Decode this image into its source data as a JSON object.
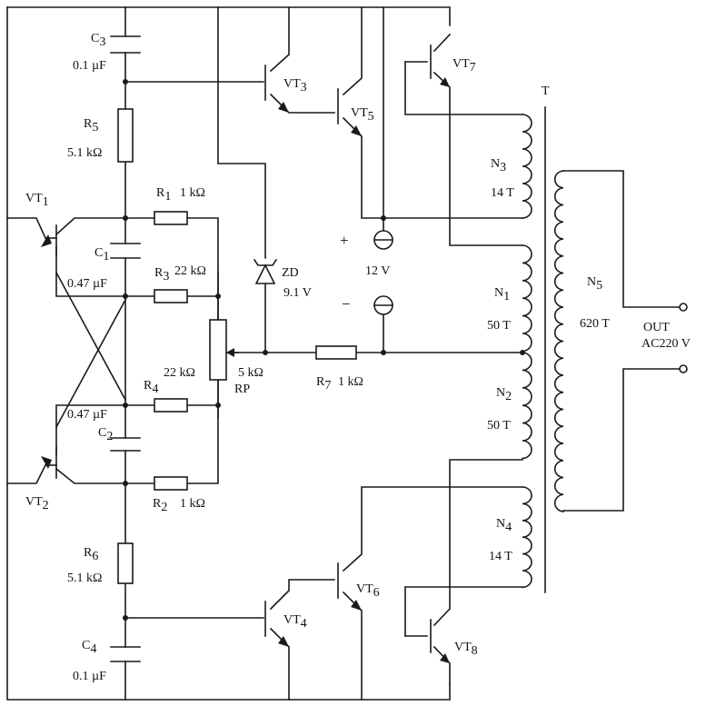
{
  "components": {
    "c3": {
      "name": "C",
      "sub": "3",
      "value": "0.1 µF"
    },
    "r5": {
      "name": "R",
      "sub": "5",
      "value": "5.1 kΩ"
    },
    "r1": {
      "name": "R",
      "sub": "1",
      "value": "1 kΩ"
    },
    "c1": {
      "name": "C",
      "sub": "1",
      "value": "0.47 µF"
    },
    "r3": {
      "name": "R",
      "sub": "3",
      "value": "22 kΩ"
    },
    "r4": {
      "name": "R",
      "sub": "4",
      "value": "22 kΩ"
    },
    "c2": {
      "name": "C",
      "sub": "2",
      "value": "0.47 µF"
    },
    "r2": {
      "name": "R",
      "sub": "2",
      "value": "1 kΩ"
    },
    "r6": {
      "name": "R",
      "sub": "6",
      "value": "5.1 kΩ"
    },
    "c4": {
      "name": "C",
      "sub": "4",
      "value": "0.1 µF"
    },
    "rp": {
      "name": "RP",
      "value": "5 kΩ"
    },
    "r7": {
      "name": "R",
      "sub": "7",
      "value": "1 kΩ"
    },
    "zd": {
      "name": "ZD",
      "value": "9.1 V"
    },
    "supply": {
      "plus": "+",
      "minus": "−",
      "value": "12 V"
    },
    "vt1": {
      "name": "VT",
      "sub": "1"
    },
    "vt2": {
      "name": "VT",
      "sub": "2"
    },
    "vt3": {
      "name": "VT",
      "sub": "3"
    },
    "vt4": {
      "name": "VT",
      "sub": "4"
    },
    "vt5": {
      "name": "VT",
      "sub": "5"
    },
    "vt6": {
      "name": "VT",
      "sub": "6"
    },
    "vt7": {
      "name": "VT",
      "sub": "7"
    },
    "vt8": {
      "name": "VT",
      "sub": "8"
    }
  },
  "transformer": {
    "name": "T",
    "n3": {
      "name": "N",
      "sub": "3",
      "turns": "14 T"
    },
    "n1": {
      "name": "N",
      "sub": "1",
      "turns": "50 T"
    },
    "n2": {
      "name": "N",
      "sub": "2",
      "turns": "50 T"
    },
    "n4": {
      "name": "N",
      "sub": "4",
      "turns": "14 T"
    },
    "n5": {
      "name": "N",
      "sub": "5",
      "turns": "620 T"
    }
  },
  "output": {
    "line1": "OUT",
    "line2": "AC220 V"
  }
}
